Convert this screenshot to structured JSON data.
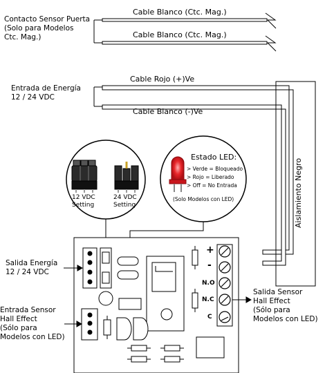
{
  "door_sensor": {
    "label": "Contacto Sensor Puerta\n(Solo para Modelos\nCtc. Mag.)",
    "cable1": "Cable Blanco (Ctc. Mag.)",
    "cable2": "Cable Blanco (Ctc. Mag.)"
  },
  "power_input": {
    "label": "Entrada de Energía\n12 / 24 VDC",
    "red_cable": "Cable Rojo (+)Ve",
    "white_cable": "Cable Blanco (-)Ve"
  },
  "insulation": "Aislamiento Negro",
  "jumper": {
    "v12": "12 VDC\nSetting",
    "v24": "24 VDC\nSetting"
  },
  "led": {
    "title": "Estado LED:",
    "green": "> Verde = Bloqueado",
    "red": "> Rojo = Liberado",
    "off": "> Off = No Entrada",
    "note": "(Solo Modelos con LED)"
  },
  "power_output": "Salida Energía\n12 / 24 VDC",
  "hall_input": "Entrada Sensor\nHall Effect\n(Sólo para\nModelos con LED)",
  "hall_output": "Salida Sensor\nHall Effect\n(Sólo para\nModelos con LED)",
  "terminals": [
    "+",
    "-",
    "N.O",
    "N.C",
    "C"
  ]
}
